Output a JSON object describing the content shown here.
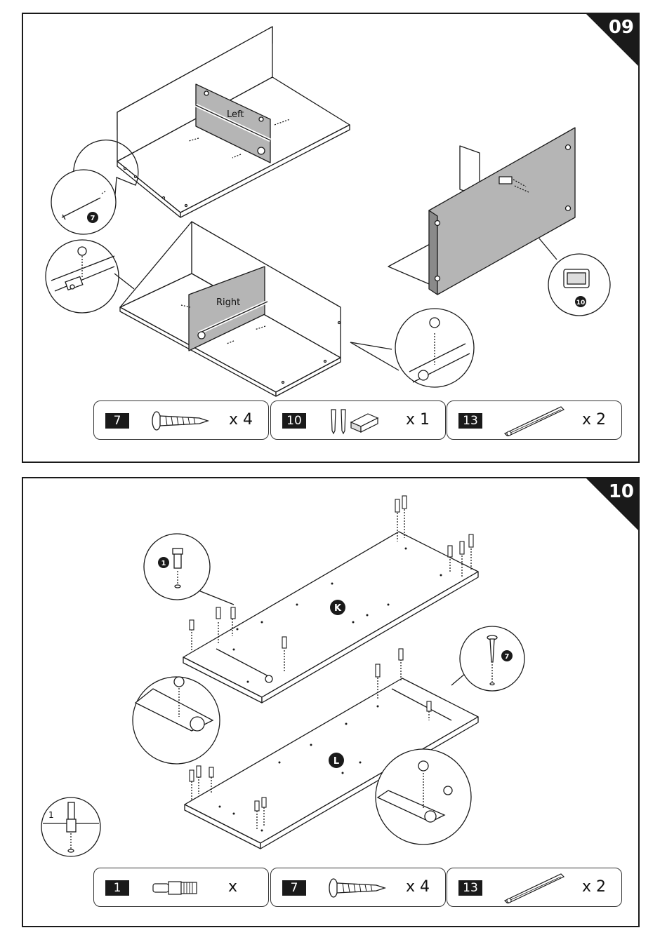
{
  "steps": [
    {
      "number": "09",
      "labels": {
        "left": "Left",
        "right": "Right"
      },
      "callouts": {
        "screw_marker": "7",
        "magnet_marker": "10"
      },
      "parts": [
        {
          "code": "7",
          "qty": "x 4",
          "icon": "wood-screw-icon"
        },
        {
          "code": "10",
          "qty": "x 1",
          "icon": "magnet-catch-icon"
        },
        {
          "code": "13",
          "qty": "x 2",
          "icon": "drawer-slide-icon"
        }
      ]
    },
    {
      "number": "10",
      "labels": {
        "panel_k": "K",
        "panel_l": "L"
      },
      "callouts": {
        "cam_marker": "1",
        "screw_marker": "7",
        "detail_number": "1"
      },
      "parts": [
        {
          "code": "1",
          "qty": "x",
          "icon": "cam-dowel-icon"
        },
        {
          "code": "7",
          "qty": "x 4",
          "icon": "wood-screw-icon"
        },
        {
          "code": "13",
          "qty": "x 2",
          "icon": "drawer-slide-icon"
        }
      ]
    }
  ],
  "colors": {
    "panel_grey": "#b5b5b5",
    "line": "#1a1a1a",
    "tab": "#1a1a1a"
  }
}
